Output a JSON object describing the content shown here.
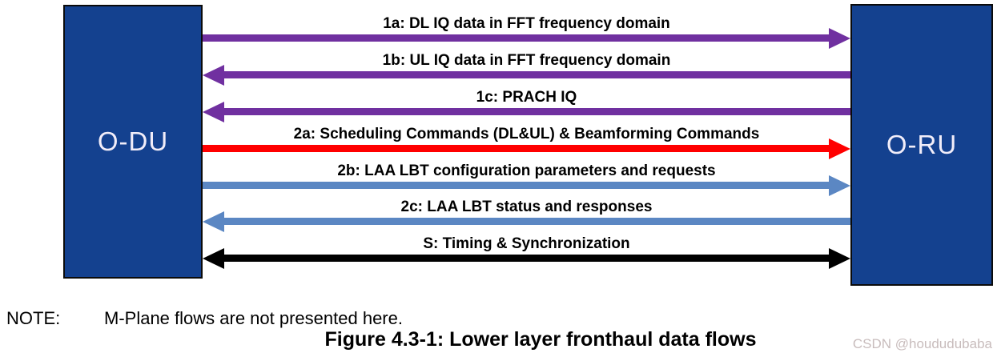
{
  "nodes": {
    "odu": "O-DU",
    "oru": "O-RU",
    "fill_color": "#14418F"
  },
  "flows": [
    {
      "id": "1a",
      "label": "1a: DL IQ data in FFT frequency domain",
      "color": "#7030A0",
      "direction": "right"
    },
    {
      "id": "1b",
      "label": "1b: UL IQ data in FFT frequency domain",
      "color": "#7030A0",
      "direction": "left"
    },
    {
      "id": "1c",
      "label": "1c: PRACH IQ",
      "color": "#7030A0",
      "direction": "left"
    },
    {
      "id": "2a",
      "label": "2a: Scheduling Commands (DL&UL) & Beamforming Commands",
      "color": "#FF0000",
      "direction": "right"
    },
    {
      "id": "2b",
      "label": "2b: LAA LBT configuration parameters and requests",
      "color": "#5B87C3",
      "direction": "right"
    },
    {
      "id": "2c",
      "label": "2c: LAA LBT status and responses",
      "color": "#5B87C3",
      "direction": "left"
    },
    {
      "id": "S",
      "label": "S: Timing & Synchronization",
      "color": "#000000",
      "direction": "both"
    }
  ],
  "note": {
    "label": "NOTE:",
    "text": "M-Plane flows are not presented here."
  },
  "caption": "Figure 4.3-1: Lower layer fronthaul data flows",
  "watermark": "CSDN @hoududubaba"
}
